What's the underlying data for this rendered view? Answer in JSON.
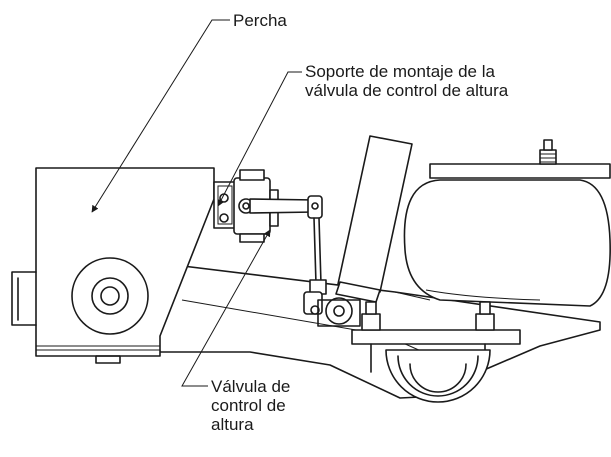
{
  "labels": {
    "hanger": "Percha",
    "bracket_line1": "Soporte de montaje de la",
    "bracket_line2": "válvula de control de altura",
    "valve_line1": "Válvula de",
    "valve_line2": "control de",
    "valve_line3": "altura"
  }
}
